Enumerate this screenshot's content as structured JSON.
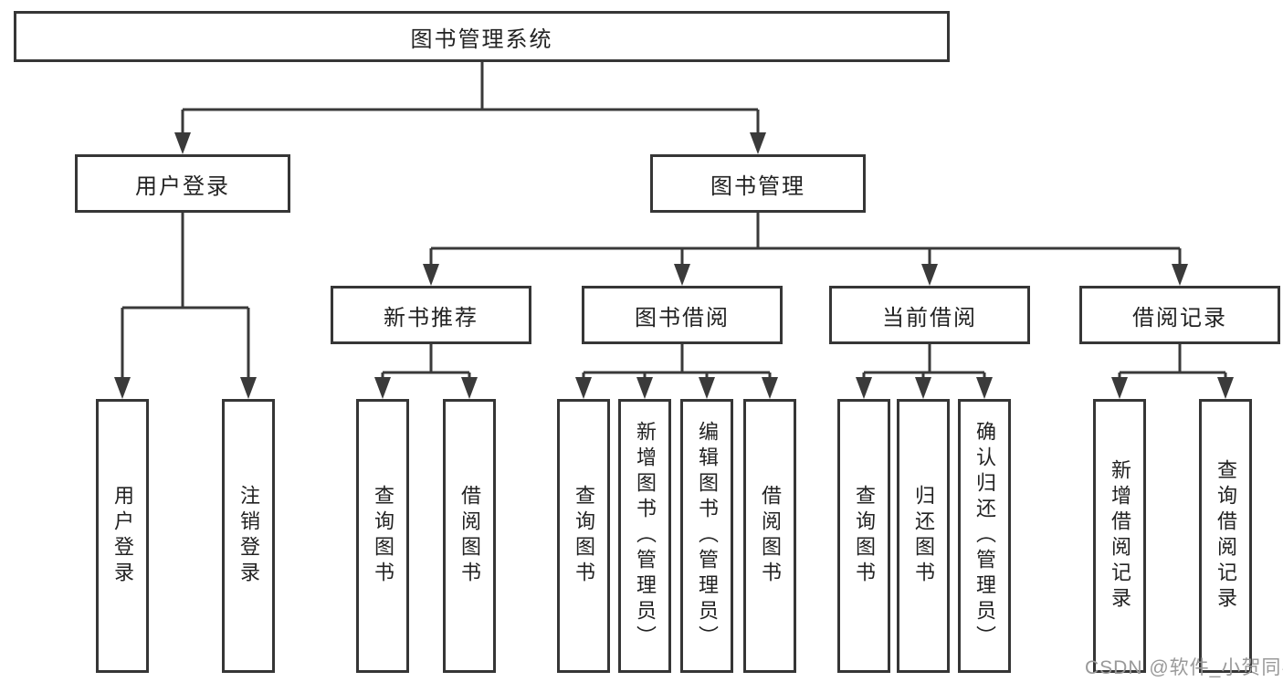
{
  "diagram": {
    "root": {
      "label": "图书管理系统"
    },
    "user_login": {
      "label": "用户登录",
      "children": [
        {
          "label": "用户登录"
        },
        {
          "label": "注销登录"
        }
      ]
    },
    "book_management": {
      "label": "图书管理",
      "sections": [
        {
          "label": "新书推荐",
          "children": [
            {
              "label": "查询图书"
            },
            {
              "label": "借阅图书"
            }
          ]
        },
        {
          "label": "图书借阅",
          "children": [
            {
              "label": "查询图书"
            },
            {
              "label": "新增图书（管理员）"
            },
            {
              "label": "编辑图书（管理员）"
            },
            {
              "label": "借阅图书"
            }
          ]
        },
        {
          "label": "当前借阅",
          "children": [
            {
              "label": "查询图书"
            },
            {
              "label": "归还图书"
            },
            {
              "label": "确认归还（管理员）"
            }
          ]
        },
        {
          "label": "借阅记录",
          "children": [
            {
              "label": "新增借阅记录"
            },
            {
              "label": "查询借阅记录"
            }
          ]
        }
      ]
    }
  },
  "watermark": {
    "text": "CSDN @软件_小贺同学"
  },
  "colors": {
    "line": "#3a3a3a",
    "box_border": "#363636",
    "box_background": "#ffffff",
    "text": "#222222",
    "watermark": "#999999",
    "page_background": "#ffffff"
  }
}
